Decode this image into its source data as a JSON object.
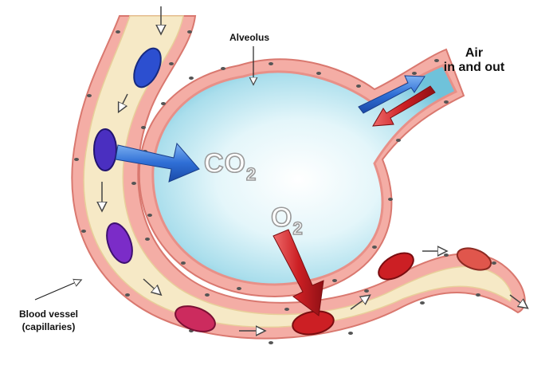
{
  "labels": {
    "alveolus": "Alveolus",
    "air_line1": "Air",
    "air_line2": "in and out",
    "blood_vessel_line1": "Blood vessel",
    "blood_vessel_line2": "(capillaries)"
  },
  "gases": {
    "co2_symbol": "CO",
    "co2_subscript": "2",
    "o2_symbol": "O",
    "o2_subscript": "2"
  },
  "colors": {
    "alveolus_fill": "#bfe7f1",
    "alveolus_wall": "#f2a39b",
    "plasma": "#f6e9c6",
    "cell_deoxygenated": "#4a2fc0",
    "cell_oxygenated": "#cc1f24",
    "arrow_in": "#cc1f24",
    "arrow_out": "#2f6fd6"
  }
}
